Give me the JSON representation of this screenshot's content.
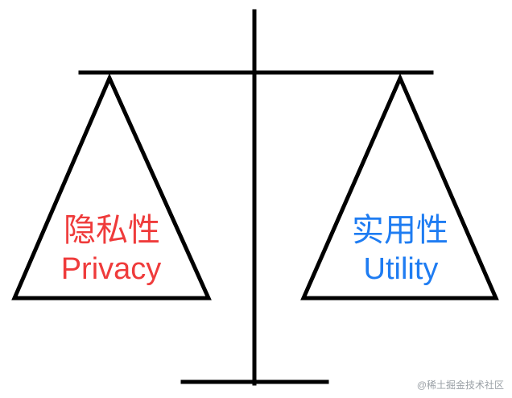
{
  "left_pan": {
    "label_zh": "隐私性",
    "label_en": "Privacy",
    "color": "#ef3b3b"
  },
  "right_pan": {
    "label_zh": "实用性",
    "label_en": "Utility",
    "color": "#1e7cf2"
  },
  "line_color": "#000000",
  "watermark": "@稀土掘金技术社区"
}
